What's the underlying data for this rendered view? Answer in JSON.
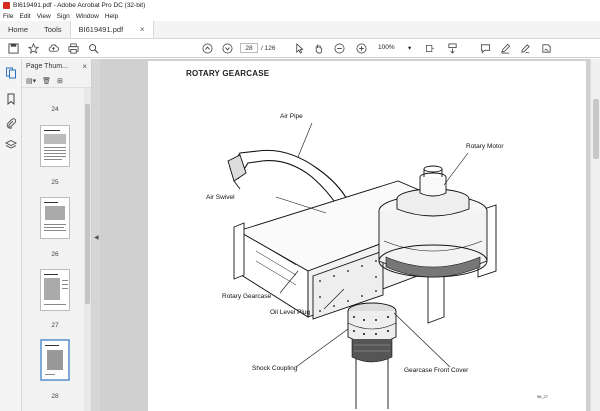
{
  "window": {
    "title": "BI619491.pdf - Adobe Acrobat Pro DC (32-bit)"
  },
  "menu": [
    "File",
    "Edit",
    "View",
    "Sign",
    "Window",
    "Help"
  ],
  "tabs": {
    "home": "Home",
    "tools": "Tools",
    "document": "BI619491.pdf",
    "close_glyph": "×"
  },
  "toolbar": {
    "page_current": "28",
    "page_sep": "/",
    "page_total": "126",
    "zoom": "100%"
  },
  "thumb_panel": {
    "title": "Page Thum...",
    "close_glyph": "×",
    "pages": [
      {
        "label": "24"
      },
      {
        "label": "25"
      },
      {
        "label": "26"
      },
      {
        "label": "27"
      },
      {
        "label": "28"
      }
    ]
  },
  "document": {
    "heading": "ROTARY GEARCASE",
    "labels": {
      "air_pipe": "Air Pipe",
      "rotary_motor": "Rotary Motor",
      "air_swivel": "Air Swivel",
      "rotary_gearcase": "Rotary Gearcase",
      "oil_level_plug": "Oil Level Plug",
      "shock_coupling": "Shock Coupling",
      "gearcase_front_cover": "Gearcase Front Cover"
    },
    "figure_id": "98_27"
  },
  "colors": {
    "accent": "#d7291f",
    "selection": "#7fa9d8"
  }
}
